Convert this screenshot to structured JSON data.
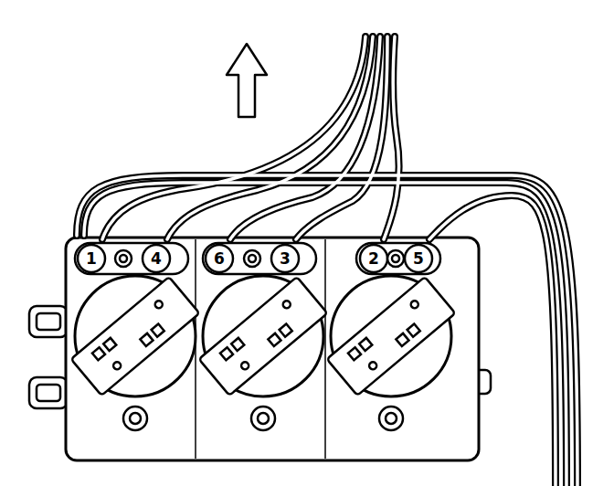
{
  "diagram": {
    "labels": [
      "1",
      "4",
      "6",
      "3",
      "2",
      "5"
    ]
  }
}
